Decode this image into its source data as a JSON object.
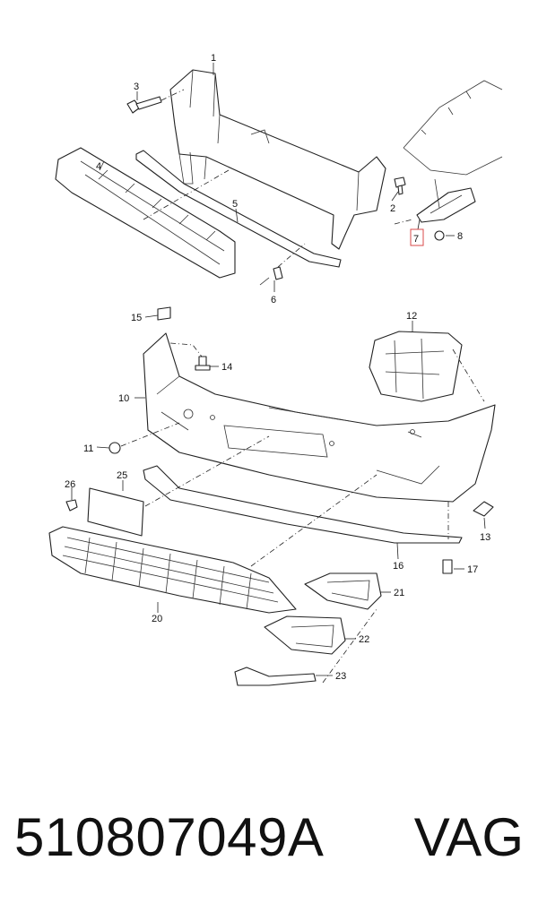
{
  "callouts": [
    "1",
    "2",
    "3",
    "4",
    "5",
    "6",
    "7",
    "8",
    "10",
    "11",
    "12",
    "13",
    "14",
    "15",
    "16",
    "17",
    "20",
    "21",
    "22",
    "23",
    "25",
    "26"
  ],
  "highlighted_callout": "7",
  "highlight_color": "#d94a4a",
  "footer": {
    "part_number": "510807049A",
    "brand": "VAG"
  }
}
